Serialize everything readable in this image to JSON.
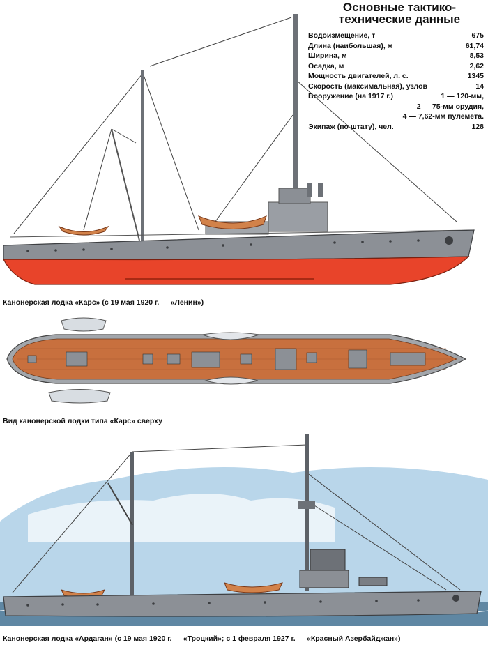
{
  "specs": {
    "title_line1": "Основные тактико-",
    "title_line2": "технические данные",
    "rows": [
      {
        "label": "Водоизмещение, т",
        "value": "675"
      },
      {
        "label": "Длина (наибольшая), м",
        "value": "61,74"
      },
      {
        "label": "Ширина, м",
        "value": "8,53"
      },
      {
        "label": "Осадка, м",
        "value": "2,62"
      },
      {
        "label": "Мощность двигателей, л. с.",
        "value": "1345"
      },
      {
        "label": "Скорость (максимальная), узлов",
        "value": "14"
      }
    ],
    "armament": {
      "label": "Вооружение (на 1917 г.)",
      "line1": "1 — 120-мм,",
      "line2": "2 — 75-мм орудия,",
      "line3": "4 — 7,62-мм пулемёта."
    },
    "crew": {
      "label": "Экипаж (по штату), чел.",
      "value": "128"
    }
  },
  "captions": {
    "kars_side": "Канонерская лодка «Карс» (с 19 мая 1920 г. — «Ленин»)",
    "kars_top": "Вид канонерской лодки типа «Карс» сверху",
    "ardagan_side": "Канонерская лодка «Ардаган» (с 19 мая 1920 г. — «Троцкий»; с 1 февраля 1927 г. — «Красный Азербайджан»)"
  },
  "colors": {
    "hull_gray": "#8c9096",
    "hull_red": "#e8442a",
    "deck_wood": "#c8703e",
    "sky": "#b9d6ea",
    "sea": "#5f87a3"
  }
}
